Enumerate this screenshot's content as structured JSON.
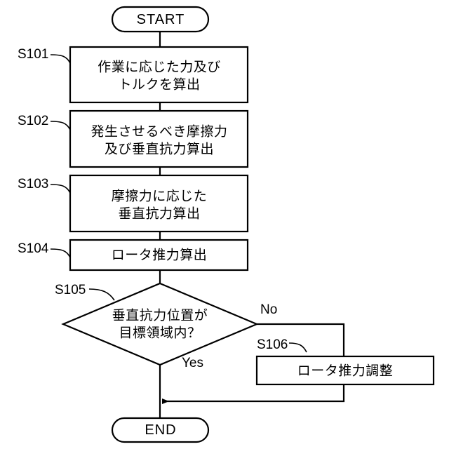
{
  "diagram": {
    "title": "",
    "type": "flowchart",
    "orientation": "vertical",
    "background_color": "#ffffff",
    "line_color": "#000000",
    "text_color": "#000000"
  },
  "terminals": {
    "start": "START",
    "end": "END"
  },
  "nodes": [
    {
      "step": "S101",
      "shape": "process",
      "lines": [
        "作業に応じた力及び",
        "トルクを算出"
      ]
    },
    {
      "step": "S102",
      "shape": "process",
      "lines": [
        "発生させるべき摩擦力",
        "及び垂直抗力算出"
      ]
    },
    {
      "step": "S103",
      "shape": "process",
      "lines": [
        "摩擦力に応じた",
        "垂直抗力算出"
      ]
    },
    {
      "step": "S104",
      "shape": "process",
      "lines": [
        "ロータ推力算出"
      ]
    },
    {
      "step": "S105",
      "shape": "decision",
      "lines": [
        "垂直抗力位置が",
        "目標領域内？"
      ]
    },
    {
      "step": "S106",
      "shape": "process",
      "lines": [
        "ロータ推力調整"
      ]
    }
  ],
  "branches": {
    "no": "No",
    "yes": "Yes"
  }
}
